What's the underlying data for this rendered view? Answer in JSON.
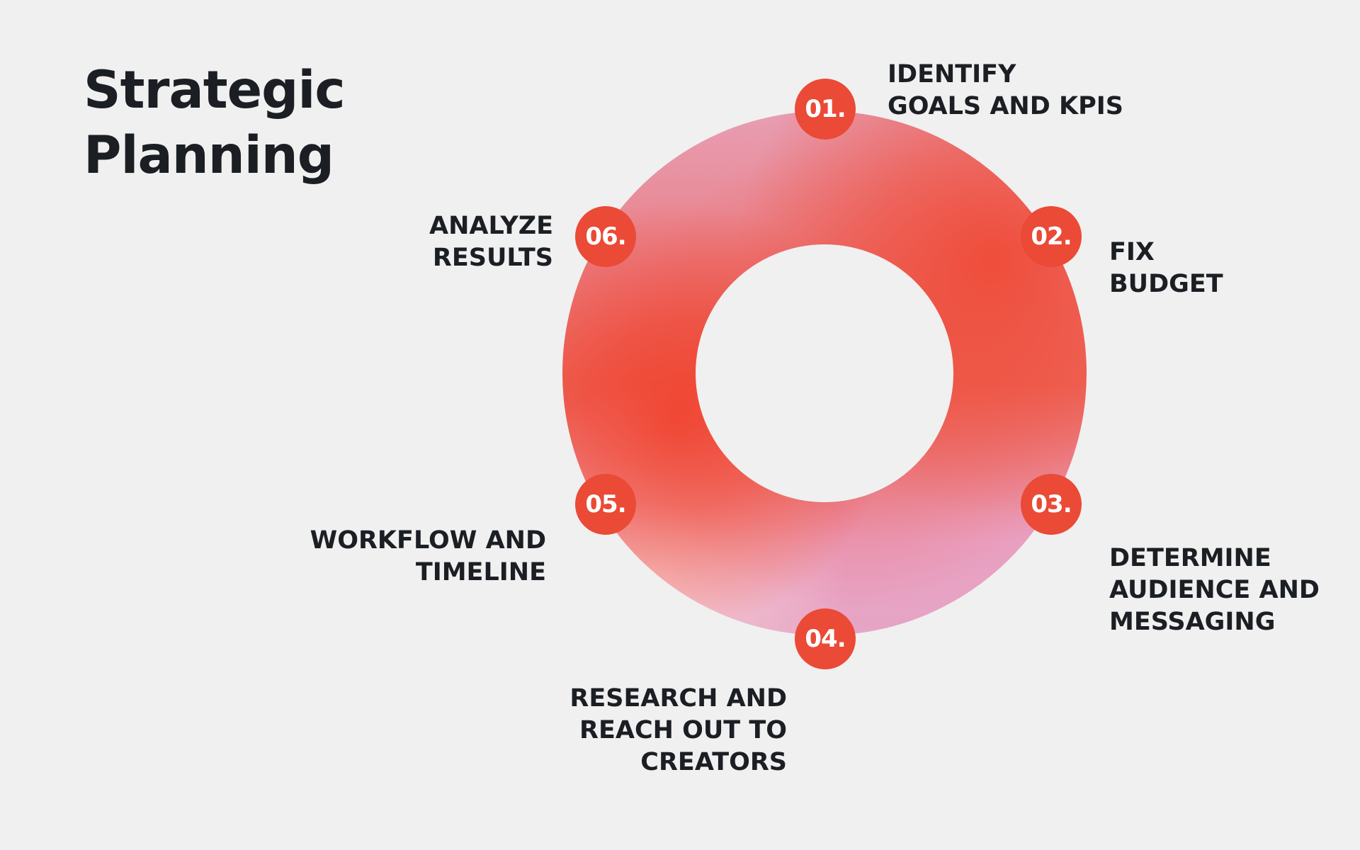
{
  "title": {
    "line1": "Strategic",
    "line2": "Planning"
  },
  "steps": [
    {
      "number": "01.",
      "lines": [
        "IDENTIFY",
        "GOALS AND KPIS"
      ]
    },
    {
      "number": "02.",
      "lines": [
        "FIX",
        "BUDGET"
      ]
    },
    {
      "number": "03.",
      "lines": [
        "DETERMINE",
        "AUDIENCE AND",
        "MESSAGING"
      ]
    },
    {
      "number": "04.",
      "lines": [
        "RESEARCH AND",
        "REACH OUT TO",
        "CREATORS"
      ]
    },
    {
      "number": "05.",
      "lines": [
        "WORKFLOW AND",
        "TIMELINE"
      ]
    },
    {
      "number": "06.",
      "lines": [
        "ANALYZE",
        "RESULTS"
      ]
    }
  ],
  "colors": {
    "background": "#f0f0f0",
    "badge": "#ea4a36",
    "text": "#1b1f24"
  }
}
